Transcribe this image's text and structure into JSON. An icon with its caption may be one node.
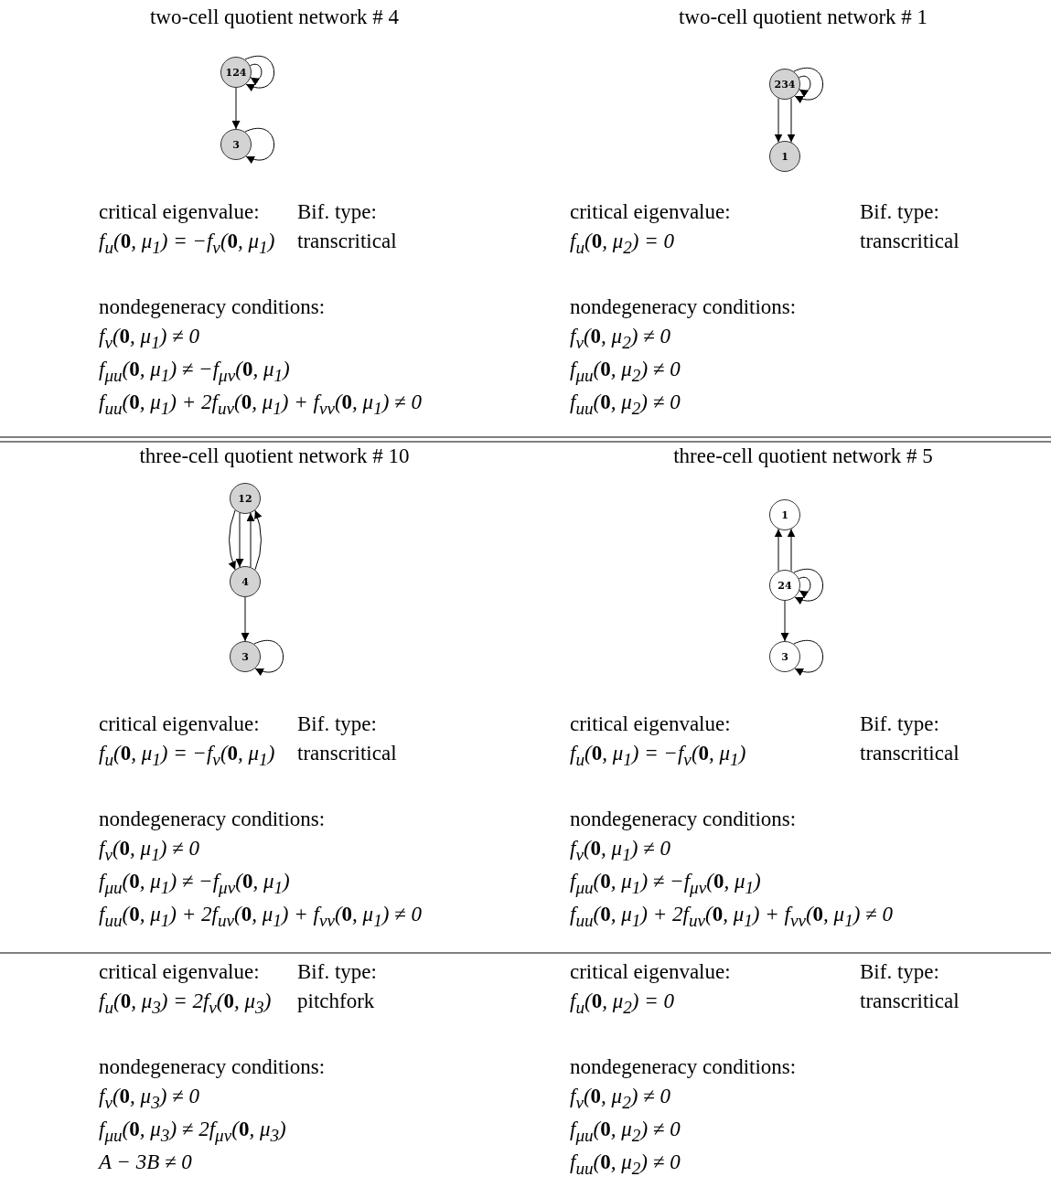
{
  "diagram": {
    "nodes": [
      {
        "text": [
          "124"
        ]
      },
      {
        "text": [
          "3"
        ]
      },
      {
        "text": [
          "234"
        ]
      },
      {
        "text": [
          "1"
        ]
      },
      {
        "text": [
          "12"
        ]
      },
      {
        "text": [
          "4"
        ]
      },
      {
        "text": [
          "3"
        ]
      },
      {
        "text": [
          "1"
        ]
      },
      {
        "text": [
          "24"
        ]
      },
      {
        "text": [
          "3"
        ]
      }
    ],
    "edges": [
      {
        "from": 0,
        "to": 0,
        "arrow": "to"
      },
      {
        "from": 0,
        "to": 0,
        "arrow": "to"
      },
      {
        "from": 0,
        "to": 1,
        "arrow": "to"
      },
      {
        "from": 1,
        "to": 1,
        "arrow": "to"
      },
      {
        "from": 2,
        "to": 2,
        "arrow": "to"
      },
      {
        "from": 2,
        "to": 2,
        "arrow": "to"
      },
      {
        "from": 2,
        "to": 3,
        "arrow": "to"
      },
      {
        "from": 2,
        "to": 3,
        "arrow": "to"
      },
      {
        "from": 4,
        "to": 5,
        "arrow": "to"
      },
      {
        "from": 4,
        "to": 5,
        "arrow": "to"
      },
      {
        "from": 5,
        "to": 4,
        "arrow": "to"
      },
      {
        "from": 5,
        "to": 4,
        "arrow": "to"
      },
      {
        "from": 5,
        "to": 6,
        "arrow": "to"
      },
      {
        "from": 6,
        "to": 6,
        "arrow": "to"
      },
      {
        "from": 8,
        "to": 7,
        "arrow": "to"
      },
      {
        "from": 8,
        "to": 7,
        "arrow": "to"
      },
      {
        "from": 8,
        "to": 8,
        "arrow": "to"
      },
      {
        "from": 8,
        "to": 8,
        "arrow": "to"
      },
      {
        "from": 8,
        "to": 9,
        "arrow": "to"
      },
      {
        "from": 9,
        "to": 9,
        "arrow": "to"
      }
    ],
    "labels": [
      "two-cell quotient network # 4",
      "two-cell quotient network # 1",
      "critical eigenvalue:",
      "Bif. type:",
      "f$_{u}$(**0**, μ$_{1}$) = −f$_{v}$(**0**, μ$_{1}$)",
      "transcritical",
      "nondegeneracy conditions:",
      "f$_{v}$(**0**, μ$_{1}$) ≠ 0",
      "f$_{μu}$(**0**, μ$_{1}$) ≠ −f$_{μv}$(**0**, μ$_{1}$)",
      "f$_{uu}$(**0**, μ$_{1}$) + 2f$_{uv}$(**0**, μ$_{1}$) + f$_{vv}$(**0**, μ$_{1}$) ≠ 0",
      "critical eigenvalue:",
      "Bif. type:",
      "f$_{u}$(**0**, μ$_{2}$) = 0",
      "transcritical",
      "nondegeneracy conditions:",
      "f$_{v}$(**0**, μ$_{2}$) ≠ 0",
      "f$_{μu}$(**0**, μ$_{2}$) ≠ 0",
      "f$_{uu}$(**0**, μ$_{2}$) ≠ 0",
      "three-cell quotient network # 10",
      "three-cell quotient network # 5",
      "critical eigenvalue:",
      "Bif. type:",
      "f$_{u}$(**0**, μ$_{1}$) = −f$_{v}$(**0**, μ$_{1}$)",
      "transcritical",
      "nondegeneracy conditions:",
      "f$_{v}$(**0**, μ$_{1}$) ≠ 0",
      "f$_{μu}$(**0**, μ$_{1}$) ≠ −f$_{μv}$(**0**, μ$_{1}$)",
      "f$_{uu}$(**0**, μ$_{1}$) + 2f$_{uv}$(**0**, μ$_{1}$) + f$_{vv}$(**0**, μ$_{1}$) ≠ 0",
      "critical eigenvalue:",
      "Bif. type:",
      "f$_{u}$(**0**, μ$_{1}$) = −f$_{v}$(**0**, μ$_{1}$)",
      "transcritical",
      "nondegeneracy conditions:",
      "f$_{v}$(**0**, μ$_{1}$) ≠ 0",
      "f$_{μu}$(**0**, μ$_{1}$) ≠ −f$_{μv}$(**0**, μ$_{1}$)",
      "f$_{uu}$(**0**, μ$_{1}$) + 2f$_{uv}$(**0**, μ$_{1}$) + f$_{vv}$(**0**, μ$_{1}$) ≠ 0",
      "critical eigenvalue:",
      "Bif. type:",
      "f$_{u}$(**0**, μ$_{3}$) = 2f$_{v}$(**0**, μ$_{3}$)",
      "pitchfork",
      "nondegeneracy conditions:",
      "f$_{v}$(**0**, μ$_{3}$) ≠ 0",
      "f$_{μu}$(**0**, μ$_{3}$) ≠ 2f$_{μv}$(**0**, μ$_{3}$)",
      "A − 3B ≠ 0",
      "critical eigenvalue:",
      "Bif. type:",
      "f$_{u}$(**0**, μ$_{2}$) = 0",
      "transcritical",
      "nondegeneracy conditions:",
      "f$_{v}$(**0**, μ$_{2}$) ≠ 0",
      "f$_{μu}$(**0**, μ$_{2}$) ≠ 0",
      "f$_{uu}$(**0**, μ$_{2}$) ≠ 0"
    ]
  }
}
